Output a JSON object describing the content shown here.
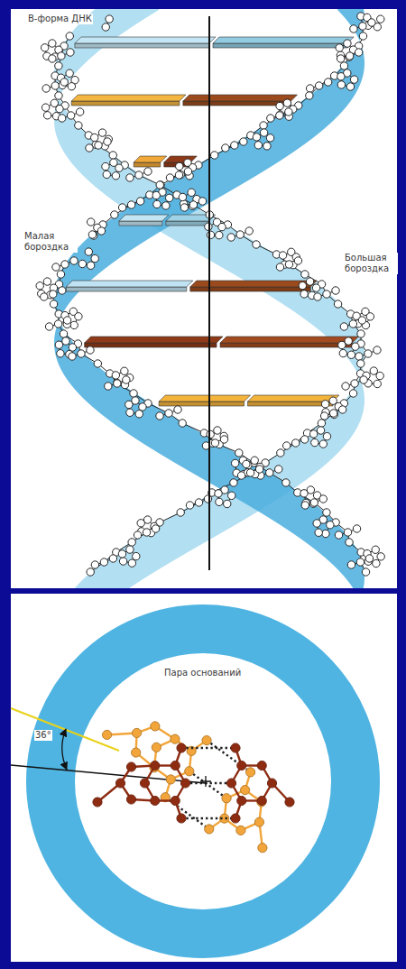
{
  "diagram": {
    "title": "В-форма ДНК",
    "labels": [
      "Малая бороздка",
      "Большая бороздка",
      "Пара оснований",
      "36°"
    ]
  }
}
